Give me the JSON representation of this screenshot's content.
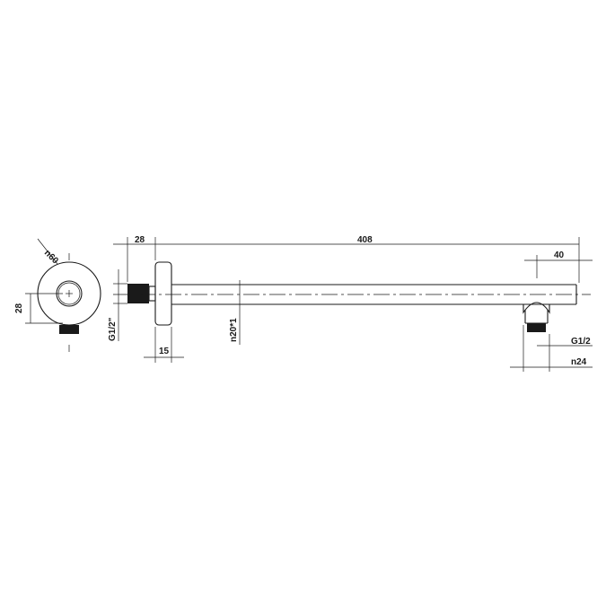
{
  "drawing": {
    "front_view": {
      "outer_diameter_label": "n60",
      "height_label": "28"
    },
    "side_view": {
      "depth_label": "28",
      "length_label": "408",
      "thread_label": "G1/2\"",
      "flange_label": "15",
      "pipe_label": "n20*1",
      "elbow_offset_label": "40",
      "outlet_thread_label": "G1/2",
      "outlet_diameter_label": "n24"
    }
  }
}
